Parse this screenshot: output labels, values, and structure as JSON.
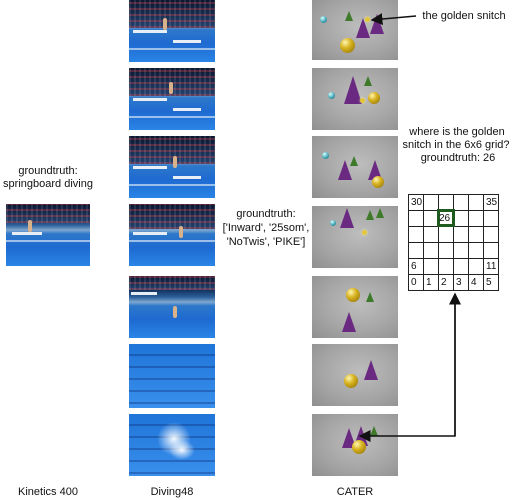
{
  "columns": {
    "kinetics_label": "Kinetics 400",
    "diving_label": "Diving48",
    "cater_label": "CATER"
  },
  "kinetics": {
    "groundtruth_title": "groundtruth:",
    "groundtruth_value": "springboard diving"
  },
  "diving": {
    "groundtruth_title": "groundtruth:",
    "groundtruth_line1": "['Inward', '25som',",
    "groundtruth_line2": "'NoTwis', 'PIKE']"
  },
  "cater": {
    "snitch_callout": "the golden snitch",
    "question_line1": "where is the golden",
    "question_line2": "snitch in the 6x6 grid?",
    "groundtruth": "groundtruth: 26"
  },
  "grid": {
    "rows": [
      [
        "30",
        "",
        "",
        "",
        "",
        "35"
      ],
      [
        "",
        "",
        "",
        "",
        "",
        ""
      ],
      [
        "",
        "",
        "",
        "",
        "",
        ""
      ],
      [
        "",
        "",
        "",
        "",
        "",
        ""
      ],
      [
        "6",
        "",
        "",
        "",
        "",
        "11"
      ],
      [
        "0",
        "1",
        "2",
        "3",
        "4",
        "5"
      ]
    ],
    "highlight_label": "26",
    "highlight_color": "#1f5a1f"
  }
}
